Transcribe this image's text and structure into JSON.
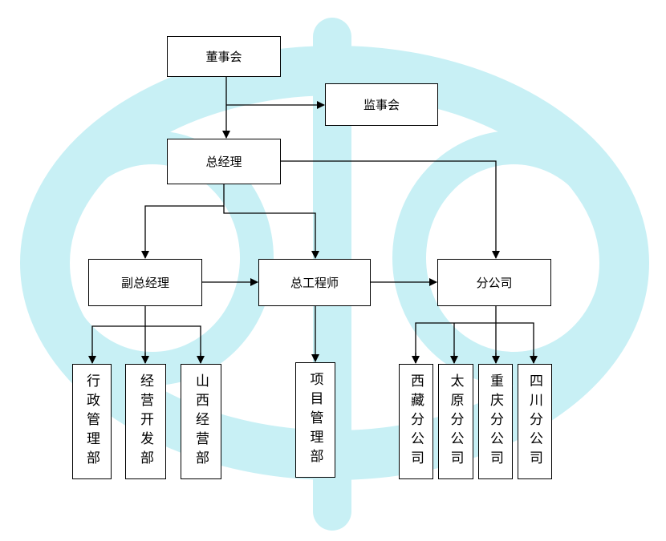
{
  "logo": {
    "color": "#c8f0f5"
  },
  "nodes": {
    "board": "董事会",
    "supervisors": "监事会",
    "gm": "总经理",
    "deputy_gm": "副总经理",
    "chief_engineer": "总工程师",
    "branches": "分公司",
    "admin_dept": "行政管理部",
    "business_dept": "经营开发部",
    "shanxi_dept": "山西经营部",
    "project_dept": "项目管理部",
    "tibet_branch": "西藏分公司",
    "taiyuan_branch": "太原分公司",
    "chongqing_branch": "重庆分公司",
    "sichuan_branch": "四川分公司"
  }
}
